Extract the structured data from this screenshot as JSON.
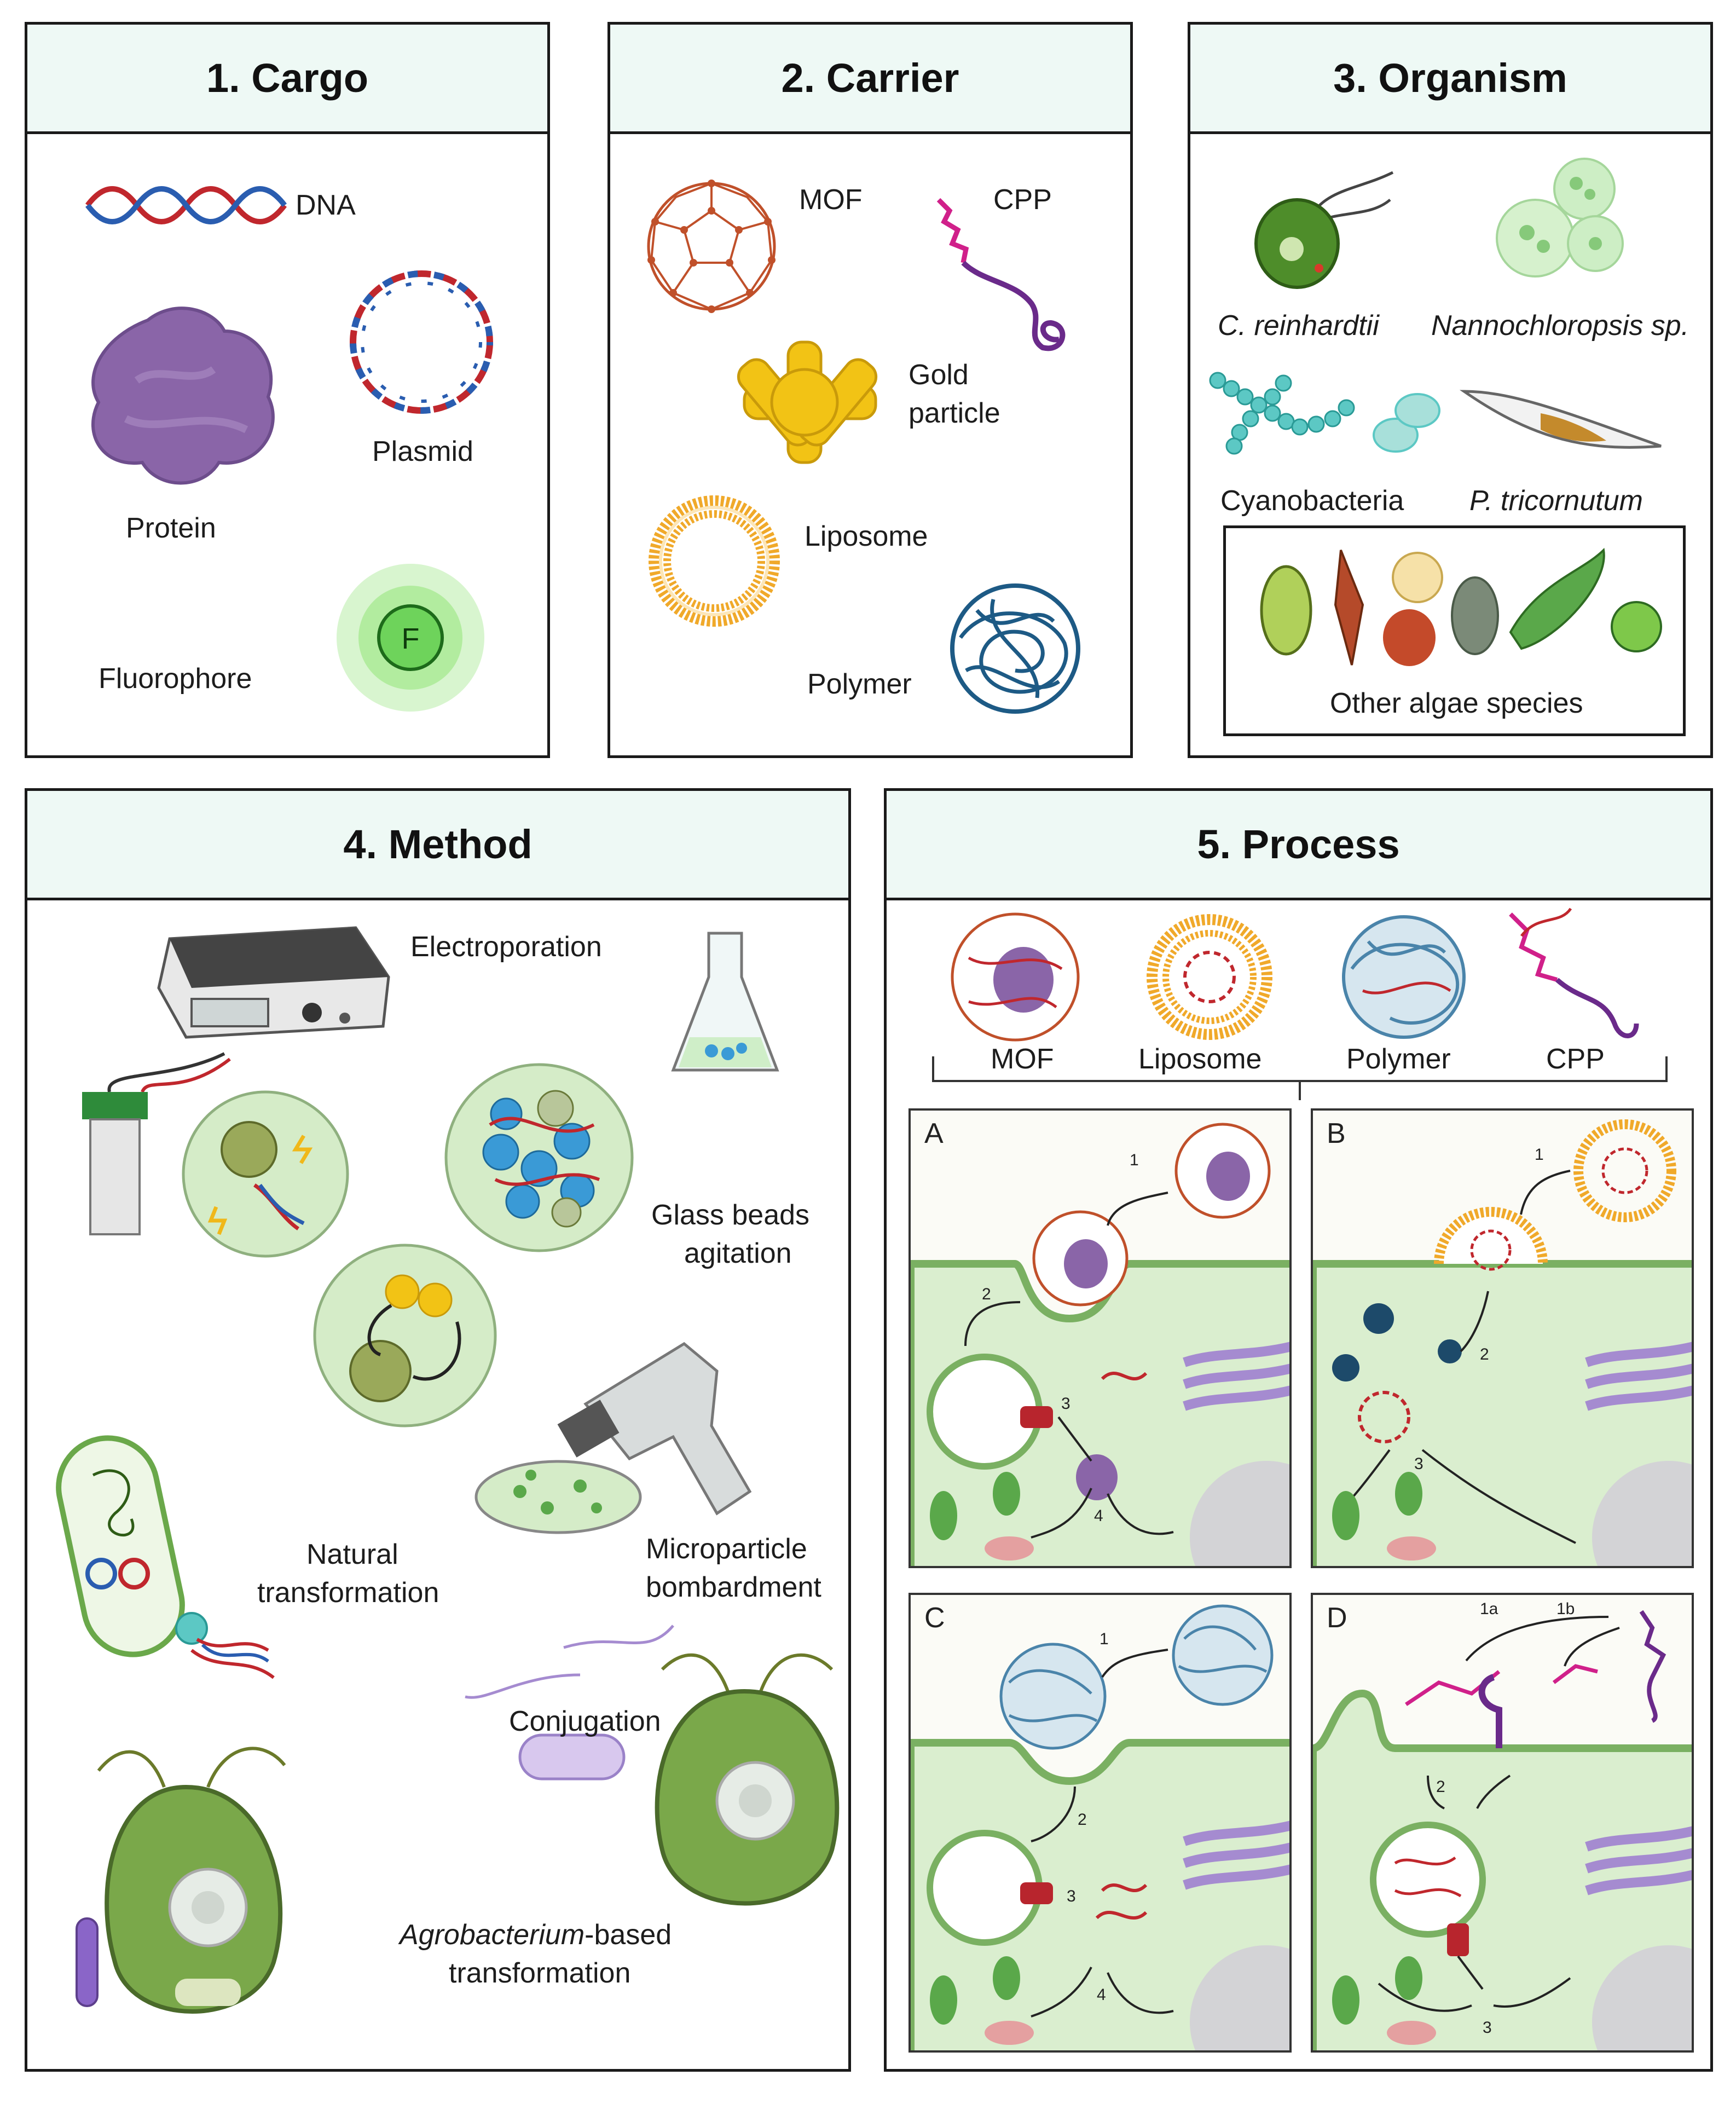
{
  "panels": {
    "cargo": {
      "title": "1. Cargo",
      "dna": "DNA",
      "protein": "Protein",
      "plasmid": "Plasmid",
      "fluorophore": "Fluorophore",
      "fluorophore_symbol": "F"
    },
    "carrier": {
      "title": "2. Carrier",
      "mof": "MOF",
      "cpp": "CPP",
      "gold_line1": "Gold",
      "gold_line2": "particle",
      "liposome": "Liposome",
      "polymer": "Polymer"
    },
    "organism": {
      "title": "3. Organism",
      "c_reinhardtii": "C. reinhardtii",
      "nannochloropsis": "Nannochloropsis sp.",
      "cyanobacteria": "Cyanobacteria",
      "p_tricornutum": "P. tricornutum",
      "other": "Other algae species"
    },
    "method": {
      "title": "4. Method",
      "electroporation": "Electroporation",
      "glass_line1": "Glass beads",
      "glass_line2": "agitation",
      "natural_line1": "Natural",
      "natural_line2": "transformation",
      "micro_line1": "Microparticle",
      "micro_line2": "bombardment",
      "conjugation": "Conjugation",
      "agro_italic": "Agrobacterium",
      "agro_rest": "-based",
      "agro_line2": "transformation"
    },
    "process": {
      "title": "5. Process",
      "carriers": [
        "MOF",
        "Liposome",
        "Polymer",
        "CPP"
      ],
      "subpanels": [
        {
          "letter": "A",
          "steps": [
            "1",
            "2",
            "3",
            "4"
          ]
        },
        {
          "letter": "B",
          "steps": [
            "1",
            "2",
            "3"
          ]
        },
        {
          "letter": "C",
          "steps": [
            "1",
            "2",
            "3",
            "4"
          ]
        },
        {
          "letter": "D",
          "steps": [
            "1a",
            "1b",
            "2",
            "3"
          ]
        }
      ]
    }
  }
}
